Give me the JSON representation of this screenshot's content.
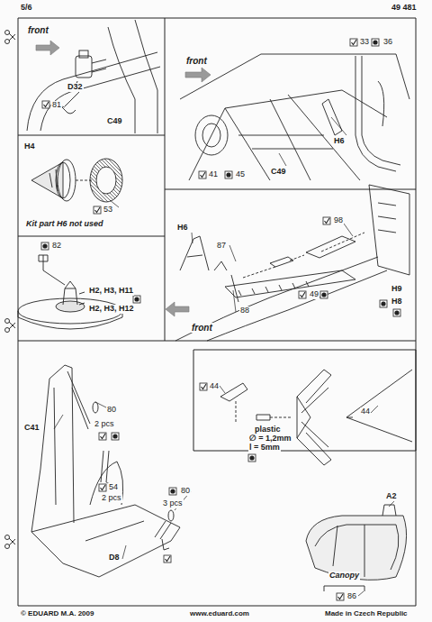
{
  "diagram": {
    "labels": [
      "5/6",
      "49 481",
      "front",
      "D32",
      "81",
      "C49",
      "front",
      "33",
      "36",
      "H6",
      "C49",
      "41",
      "45",
      "H4",
      "53",
      "Kit part H6 not used",
      "82",
      "H2, H3, H11",
      "H2, H3, H12",
      "98",
      "H6",
      "87",
      "88",
      "49",
      "H9",
      "H8",
      "front",
      "C41",
      "80",
      "2 pcs",
      "54",
      "2 pcs",
      "80",
      "3 pcs",
      "D8",
      "44",
      "plastic",
      "∅ = 1,2mm",
      "l = 5mm",
      "44",
      "A2",
      "Canopy",
      "86",
      "© EDUARD M.A. 2009",
      "www.eduard.com",
      "Made in Czech Republic"
    ]
  }
}
